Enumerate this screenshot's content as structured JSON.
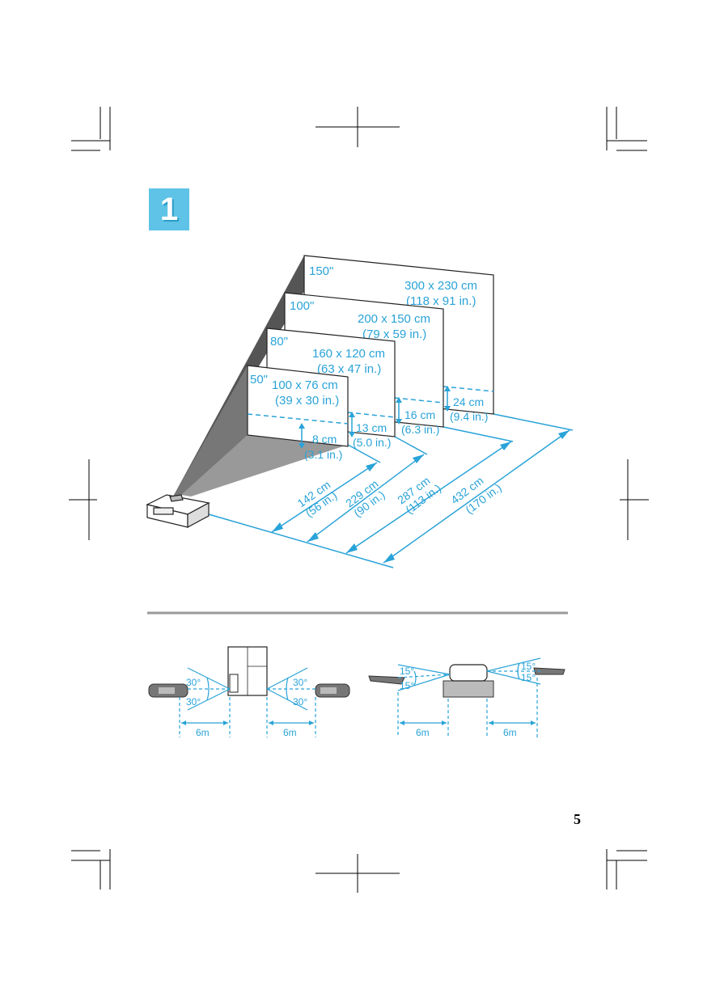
{
  "step_number": "1",
  "page_number": "5",
  "colors": {
    "accent": "#29a3d8",
    "badge": "#5ec3e6",
    "text": "#1a1a1a",
    "rule": "#999999"
  },
  "screens": [
    {
      "diag": "150\"",
      "size_cm": "300 x 230 cm",
      "size_in": "(118 x 91 in.)",
      "offset_cm": "24 cm",
      "offset_in": "(9.4 in.)",
      "distance_cm": "432 cm",
      "distance_in": "(170 in.)"
    },
    {
      "diag": "100\"",
      "size_cm": "200 x 150 cm",
      "size_in": "(79 x 59 in.)",
      "offset_cm": "16 cm",
      "offset_in": "(6.3 in.)",
      "distance_cm": "287 cm",
      "distance_in": "(113 in.)"
    },
    {
      "diag": "80\"",
      "size_cm": "160 x 120 cm",
      "size_in": "(63 x 47 in.)",
      "offset_cm": "13 cm",
      "offset_in": "(5.0 in.)",
      "distance_cm": "229 cm",
      "distance_in": "(90 in.)"
    },
    {
      "diag": "50\"",
      "size_cm": "100 x 76 cm",
      "size_in": "(39 x 30 in.)",
      "offset_cm": "8 cm",
      "offset_in": "(3.1 in.)",
      "distance_cm": "142 cm",
      "distance_in": "(56 in.)"
    }
  ],
  "remote_range": {
    "top_view": {
      "angle_upper": "30°",
      "angle_lower": "30°",
      "distance_left": "6m",
      "distance_right": "6m"
    },
    "side_view": {
      "angle_upper": "15°",
      "angle_lower": "15°",
      "distance_left": "6m",
      "distance_right": "6m"
    }
  }
}
